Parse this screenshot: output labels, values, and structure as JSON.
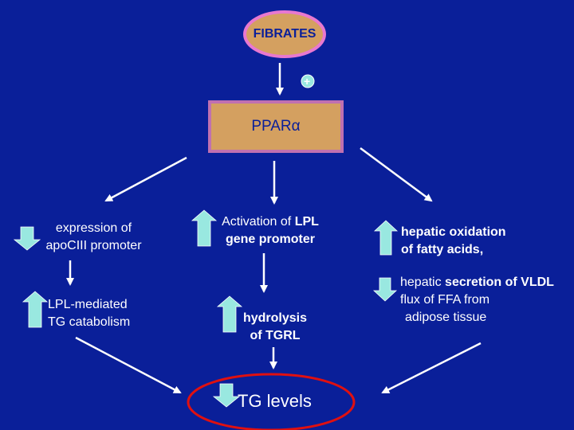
{
  "nodes": {
    "fibrates": "FIBRATES",
    "plus": "+",
    "ppar": "PPARα",
    "tg_levels": "TG levels"
  },
  "left": {
    "line1": "expression of",
    "line2": "apoCIII promoter",
    "lower_line1": "LPL-mediated",
    "lower_line2": "TG catabolism"
  },
  "middle": {
    "line1_prefix": "Activation of ",
    "line1_bold": "LPL",
    "line2": "gene promoter",
    "lower_line1": "hydrolysis",
    "lower_line2": "of TGRL"
  },
  "right": {
    "line1": "hepatic oxidation",
    "line2": "of fatty acids,",
    "lower_line1_prefix": "hepatic ",
    "lower_line1_bold": "secretion of VLDL",
    "lower_line2": "flux of FFA from",
    "lower_line3": "adipose tissue"
  },
  "colors": {
    "background": "#0a1f99",
    "fibrates_fill": "#d4a060",
    "fibrates_border": "#e878d0",
    "ppar_fill": "#d4a060",
    "ppar_border": "#c070b0",
    "block_arrow_fill": "#99e8e0",
    "tg_ellipse": "#e01010",
    "text": "#ffffff"
  }
}
